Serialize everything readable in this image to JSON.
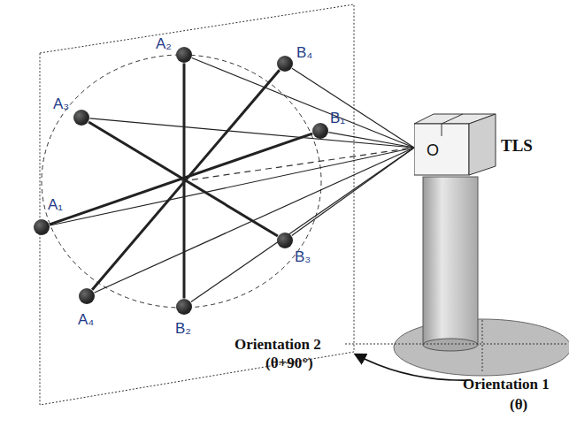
{
  "diagram": {
    "nodes": [
      {
        "text": [
          "A₂"
        ]
      },
      {
        "text": [
          "B₄"
        ]
      },
      {
        "text": [
          "A₃"
        ]
      },
      {
        "text": [
          "B₁"
        ]
      },
      {
        "text": [
          "A₁"
        ]
      },
      {
        "text": [
          "B₃"
        ]
      },
      {
        "text": [
          "A₄"
        ]
      },
      {
        "text": [
          "B₂"
        ]
      },
      {
        "text": [
          "O",
          "TLS"
        ]
      }
    ],
    "edges": [
      {
        "from": 4,
        "to": 3,
        "arrow": "none"
      },
      {
        "from": 0,
        "to": 7,
        "arrow": "none"
      },
      {
        "from": 2,
        "to": 5,
        "arrow": "none"
      },
      {
        "from": 6,
        "to": 1,
        "arrow": "none"
      },
      {
        "from": 0,
        "to": 8,
        "arrow": "none"
      },
      {
        "from": 1,
        "to": 8,
        "arrow": "none"
      },
      {
        "from": 2,
        "to": 8,
        "arrow": "none"
      },
      {
        "from": 3,
        "to": 8,
        "arrow": "none"
      },
      {
        "from": 4,
        "to": 8,
        "arrow": "none"
      },
      {
        "from": 5,
        "to": 8,
        "arrow": "none"
      },
      {
        "from": 6,
        "to": 8,
        "arrow": "none"
      },
      {
        "from": 7,
        "to": 8,
        "arrow": "none"
      }
    ],
    "labels": [
      "Orientation 2",
      "(θ+90°)",
      "Orientation 1",
      "(θ)"
    ]
  }
}
